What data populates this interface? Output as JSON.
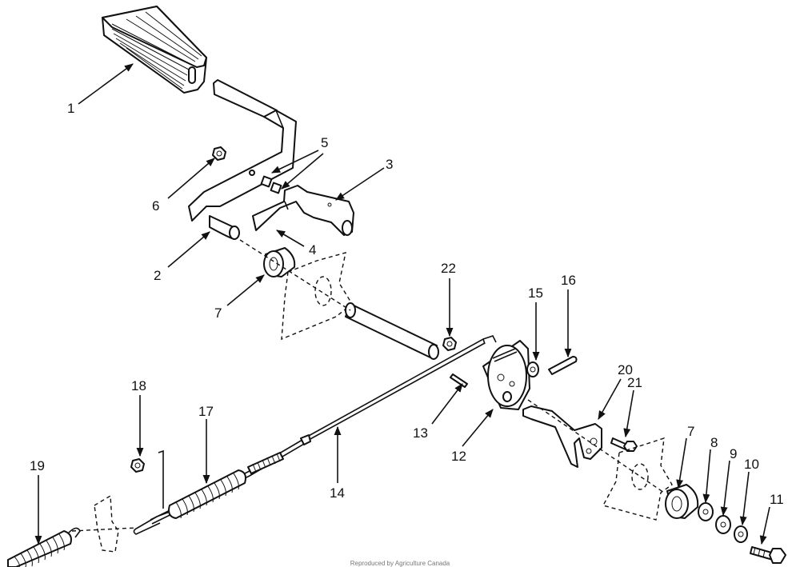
{
  "callouts": [
    "1",
    "2",
    "3",
    "4",
    "5",
    "6",
    "7",
    "7",
    "8",
    "9",
    "10",
    "11",
    "12",
    "13",
    "14",
    "15",
    "16",
    "17",
    "18",
    "19",
    "20",
    "21",
    "22"
  ],
  "footer_text": "Reproduced by Agriculture Canada"
}
